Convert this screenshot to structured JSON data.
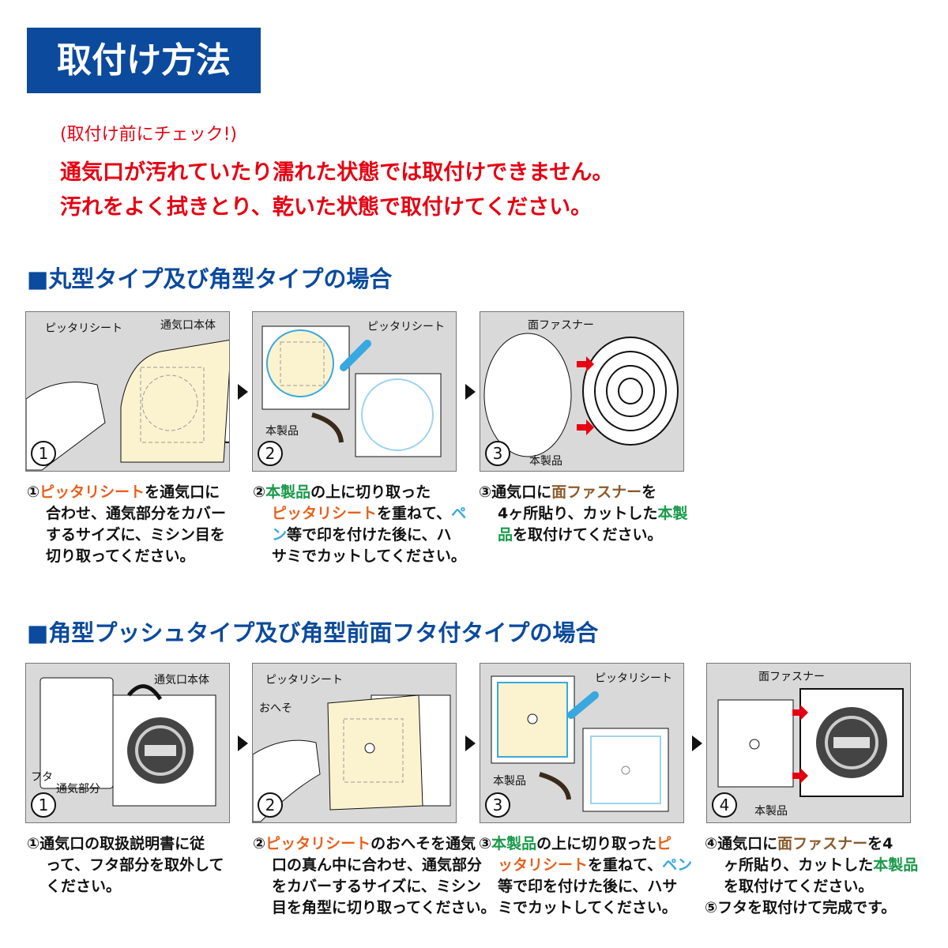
{
  "title": "取付け方法",
  "check": "(取付け前にチェック!)",
  "warnings": [
    "通気口が汚れていたり濡れた状態では取付けできません。",
    "汚れをよく拭きとり、乾いた状態で取付けてください。"
  ],
  "colors": {
    "blue": "#0b4a9c",
    "red": "#e60012",
    "orange": "#e8601c",
    "green": "#1a9a4a",
    "cyan": "#38a8e0",
    "brown": "#8b5a2b"
  },
  "section1": {
    "heading": "■丸型タイプ及び角型タイプの場合",
    "panels": [
      {
        "num": "1",
        "labels": [
          "ピッタリシート",
          "通気口本体"
        ]
      },
      {
        "num": "2",
        "labels": [
          "ピッタリシート",
          "本製品"
        ]
      },
      {
        "num": "3",
        "labels": [
          "面ファスナー",
          "本製品"
        ]
      }
    ],
    "captions": [
      [
        [
          {
            "t": "①"
          },
          {
            "t": "ピッタリシート",
            "c": "orange"
          },
          {
            "t": "を通気口に"
          }
        ],
        [
          {
            "t": "合わせ、通気部分をカバー"
          }
        ],
        [
          {
            "t": "するサイズに、ミシン目を"
          }
        ],
        [
          {
            "t": "切り取ってください。"
          }
        ]
      ],
      [
        [
          {
            "t": "②"
          },
          {
            "t": "本製品",
            "c": "green"
          },
          {
            "t": "の上に切り取った"
          }
        ],
        [
          {
            "t": "ピッタリシート",
            "c": "orange"
          },
          {
            "t": "を重ねて、"
          },
          {
            "t": "ペ",
            "c": "cyan"
          }
        ],
        [
          {
            "t": "ン",
            "c": "cyan"
          },
          {
            "t": "等で印を付けた後に、ハ"
          }
        ],
        [
          {
            "t": "サミでカットしてください。"
          }
        ]
      ],
      [
        [
          {
            "t": "③通気口に"
          },
          {
            "t": "面ファスナー",
            "c": "brown"
          },
          {
            "t": "を"
          }
        ],
        [
          {
            "t": "4ヶ所貼り、カットした"
          },
          {
            "t": "本製",
            "c": "green"
          }
        ],
        [
          {
            "t": "品",
            "c": "green"
          },
          {
            "t": "を取付けてください。"
          }
        ]
      ]
    ]
  },
  "section2": {
    "heading": "■角型プッシュタイプ及び角型前面フタ付タイプの場合",
    "panels": [
      {
        "num": "1",
        "labels": [
          "通気口本体",
          "フタ",
          "通気部分"
        ]
      },
      {
        "num": "2",
        "labels": [
          "ピッタリシート",
          "おへそ"
        ]
      },
      {
        "num": "3",
        "labels": [
          "ピッタリシート",
          "本製品"
        ]
      },
      {
        "num": "4",
        "labels": [
          "面ファスナー",
          "本製品"
        ]
      }
    ],
    "captions": [
      [
        [
          {
            "t": "①通気口の取扱説明書に従"
          }
        ],
        [
          {
            "t": "って、フタ部分を取外して"
          }
        ],
        [
          {
            "t": "ください。"
          }
        ]
      ],
      [
        [
          {
            "t": "②"
          },
          {
            "t": "ピッタリシート",
            "c": "orange"
          },
          {
            "t": "のおへそを通気"
          }
        ],
        [
          {
            "t": "口の真ん中に合わせ、通気部分"
          }
        ],
        [
          {
            "t": "をカバーするサイズに、ミシン"
          }
        ],
        [
          {
            "t": "目を角型に切り取ってください。"
          }
        ]
      ],
      [
        [
          {
            "t": "③"
          },
          {
            "t": "本製品",
            "c": "green"
          },
          {
            "t": "の上に切り取った"
          },
          {
            "t": "ピ",
            "c": "orange"
          }
        ],
        [
          {
            "t": "ッタリシート",
            "c": "orange"
          },
          {
            "t": "を重ねて、"
          },
          {
            "t": "ペン",
            "c": "cyan"
          }
        ],
        [
          {
            "t": "等で印を付けた後に、ハサ"
          }
        ],
        [
          {
            "t": "ミでカットしてください。"
          }
        ]
      ],
      [
        [
          {
            "t": "④通気口に"
          },
          {
            "t": "面ファスナー",
            "c": "brown"
          },
          {
            "t": "を4"
          }
        ],
        [
          {
            "t": "ヶ所貼り、カットした"
          },
          {
            "t": "本製品",
            "c": "green"
          }
        ],
        [
          {
            "t": "を取付けてください。"
          }
        ],
        [
          {
            "t": "⑤フタを取付けて完成です。"
          }
        ]
      ]
    ]
  }
}
